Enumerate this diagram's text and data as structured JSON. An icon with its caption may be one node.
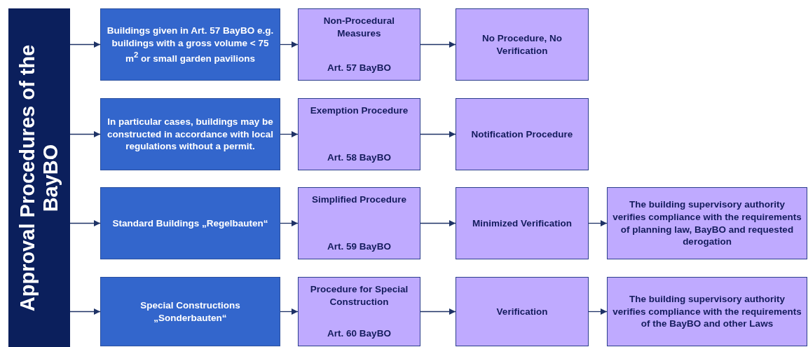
{
  "diagram": {
    "nodes": [
      {
        "text": [
          "Approval Procedures of the BayBO"
        ]
      },
      {
        "text": [
          "Buildings given in Art. 57 BayBO e.g. buildings with a gross volume < 75 m$^{2}$ or small garden pavilions"
        ]
      },
      {
        "text": [
          "Non-Procedural Measures",
          "Art. 57 BayBO"
        ]
      },
      {
        "text": [
          "No Procedure, No Verification"
        ]
      },
      {
        "text": [
          "In particular cases, buildings may be constructed in accordance with local regulations without a permit."
        ]
      },
      {
        "text": [
          "Exemption Procedure",
          "Art. 58 BayBO"
        ]
      },
      {
        "text": [
          "Notification Procedure"
        ]
      },
      {
        "text": [
          "Standard Buildings „Regelbauten“"
        ]
      },
      {
        "text": [
          "Simplified Procedure",
          "Art. 59 BayBO"
        ]
      },
      {
        "text": [
          "Minimized Verification"
        ]
      },
      {
        "text": [
          "The building supervisory authority verifies compliance with the requirements of planning law, BayBO and requested derogation"
        ]
      },
      {
        "text": [
          "Special Constructions „Sonderbauten“"
        ]
      },
      {
        "text": [
          "Procedure for Special Construction",
          "Art. 60 BayBO"
        ]
      },
      {
        "text": [
          "Verification"
        ]
      },
      {
        "text": [
          "The building supervisory authority verifies compliance with the requirements of the BayBO and other Laws"
        ]
      }
    ],
    "edges": [
      {
        "from": 0,
        "to": 1,
        "arrow": "to"
      },
      {
        "from": 1,
        "to": 2,
        "arrow": "to"
      },
      {
        "from": 2,
        "to": 3,
        "arrow": "to"
      },
      {
        "from": 0,
        "to": 4,
        "arrow": "to"
      },
      {
        "from": 4,
        "to": 5,
        "arrow": "to"
      },
      {
        "from": 5,
        "to": 6,
        "arrow": "to"
      },
      {
        "from": 0,
        "to": 7,
        "arrow": "to"
      },
      {
        "from": 7,
        "to": 8,
        "arrow": "to"
      },
      {
        "from": 8,
        "to": 9,
        "arrow": "to"
      },
      {
        "from": 9,
        "to": 10,
        "arrow": "to"
      },
      {
        "from": 0,
        "to": 11,
        "arrow": "to"
      },
      {
        "from": 11,
        "to": 12,
        "arrow": "to"
      },
      {
        "from": 12,
        "to": 13,
        "arrow": "to"
      },
      {
        "from": 13,
        "to": 14,
        "arrow": "to"
      }
    ]
  }
}
